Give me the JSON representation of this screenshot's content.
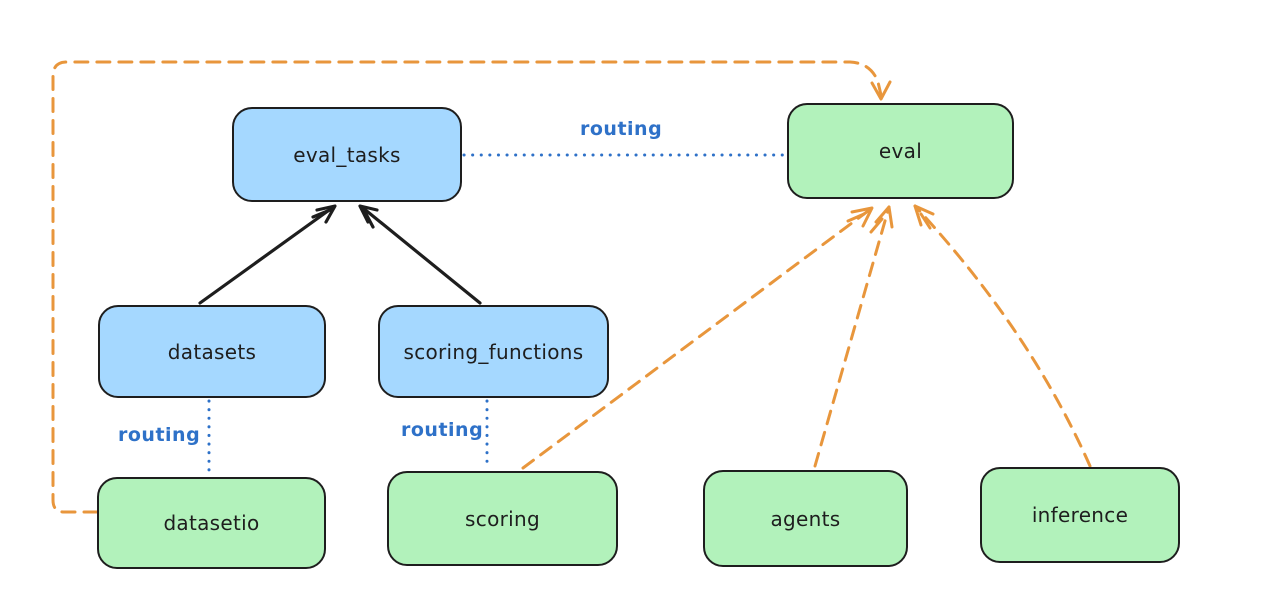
{
  "diagram": {
    "nodes": {
      "eval_tasks": {
        "label": "eval_tasks",
        "fill": "#a5d8ff"
      },
      "eval": {
        "label": "eval",
        "fill": "#b2f2bb"
      },
      "datasets": {
        "label": "datasets",
        "fill": "#a5d8ff"
      },
      "scoring_functions": {
        "label": "scoring_functions",
        "fill": "#a5d8ff"
      },
      "datasetio": {
        "label": "datasetio",
        "fill": "#b2f2bb"
      },
      "scoring": {
        "label": "scoring",
        "fill": "#b2f2bb"
      },
      "agents": {
        "label": "agents",
        "fill": "#b2f2bb"
      },
      "inference": {
        "label": "inference",
        "fill": "#b2f2bb"
      }
    },
    "edge_labels": {
      "eval_tasks_to_eval": "routing",
      "datasets_to_datasetio": "routing",
      "scoring_functions_to_scoring": "routing"
    },
    "edges": [
      {
        "from": "datasets",
        "to": "eval_tasks",
        "style": "solid-black-arrow"
      },
      {
        "from": "scoring_functions",
        "to": "eval_tasks",
        "style": "solid-black-arrow"
      },
      {
        "from": "eval_tasks",
        "to": "eval",
        "style": "dotted-blue",
        "label": "routing"
      },
      {
        "from": "datasets",
        "to": "datasetio",
        "style": "dotted-blue",
        "label": "routing"
      },
      {
        "from": "scoring_functions",
        "to": "scoring",
        "style": "dotted-blue",
        "label": "routing"
      },
      {
        "from": "datasetio",
        "to": "eval",
        "style": "dashed-orange-arrow"
      },
      {
        "from": "scoring",
        "to": "eval",
        "style": "dashed-orange-arrow"
      },
      {
        "from": "agents",
        "to": "eval",
        "style": "dashed-orange-arrow"
      },
      {
        "from": "inference",
        "to": "eval",
        "style": "dashed-orange-arrow"
      }
    ],
    "colors": {
      "blue_fill": "#a5d8ff",
      "green_fill": "#b2f2bb",
      "node_stroke": "#1e1e1e",
      "routing_blue": "#2e71c8",
      "orange": "#e8963c",
      "background": "#ffffff"
    }
  }
}
